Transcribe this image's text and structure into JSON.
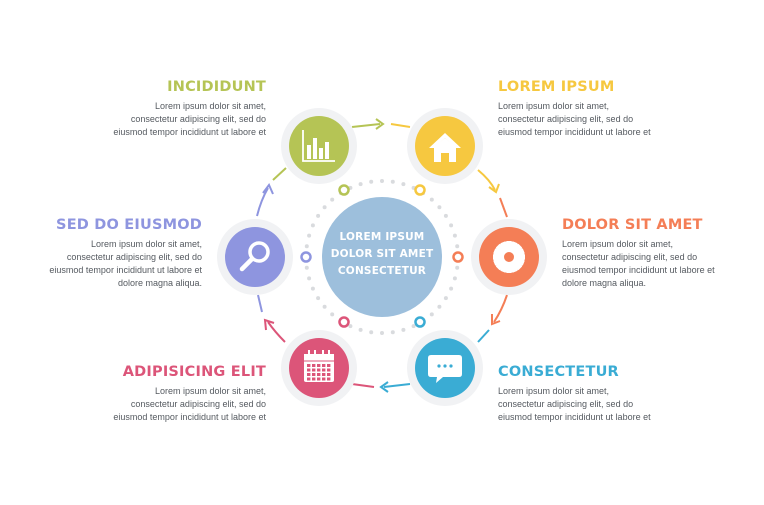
{
  "center": {
    "lines": [
      "LOREM IPSUM",
      "DOLOR SIT AMET",
      "CONSECTETUR"
    ]
  },
  "steps": [
    {
      "title": "INCIDIDUNT",
      "lines": [
        "Lorem ipsum dolor sit amet,",
        "consectetur adipiscing elit, sed do",
        "eiusmod tempor incididunt ut labore et"
      ],
      "color": "#b5c455",
      "icon": "bar-chart-icon"
    },
    {
      "title": "LOREM IPSUM",
      "lines": [
        "Lorem ipsum dolor sit amet,",
        "consectetur adipiscing elit, sed do",
        "eiusmod tempor incididunt ut labore et"
      ],
      "color": "#f6c840",
      "icon": "house-icon"
    },
    {
      "title": "DOLOR SIT AMET",
      "lines": [
        "Lorem ipsum dolor sit amet,",
        "consectetur adipiscing elit, sed do",
        "eiusmod tempor incididunt ut labore et",
        "dolore magna aliqua."
      ],
      "color": "#f47e56",
      "icon": "gear-icon"
    },
    {
      "title": "CONSECTETUR",
      "lines": [
        "Lorem ipsum dolor sit amet,",
        "consectetur adipiscing elit, sed do",
        "eiusmod tempor incididunt ut labore et"
      ],
      "color": "#3aacd4",
      "icon": "chat-bubble-icon"
    },
    {
      "title": "ADIPISICING ELIT",
      "lines": [
        "Lorem ipsum dolor sit amet,",
        "consectetur adipiscing elit, sed do",
        "eiusmod tempor incididunt ut labore et"
      ],
      "color": "#dc5579",
      "icon": "calendar-icon"
    },
    {
      "title": "SED DO EIUSMOD",
      "lines": [
        "Lorem ipsum dolor sit amet,",
        "consectetur adipiscing elit, sed do",
        "eiusmod tempor incididunt ut labore et",
        "dolore magna aliqua."
      ],
      "color": "#8e95df",
      "icon": "magnifier-icon"
    }
  ],
  "colors": {
    "center": "#9dbfdc",
    "ring_halo": "#f1f2f4",
    "dots": "#d9dbde"
  }
}
